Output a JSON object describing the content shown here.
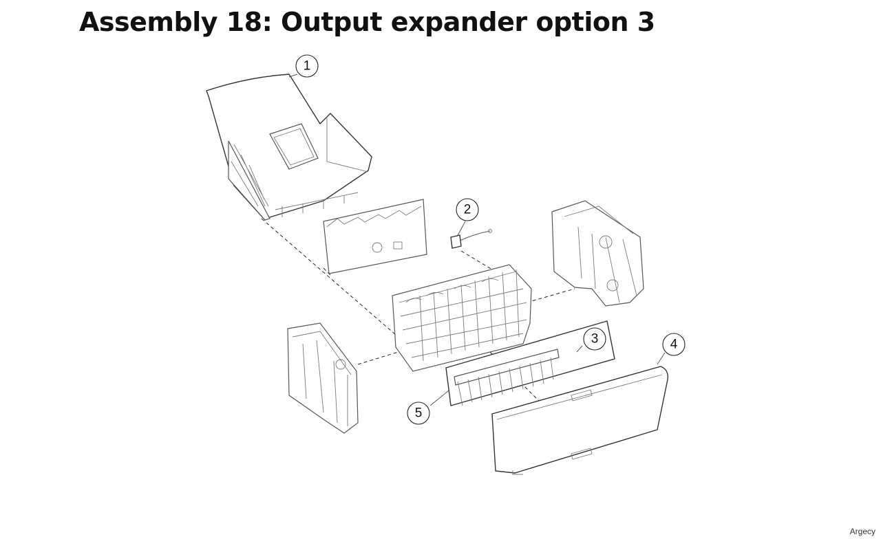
{
  "title": "Assembly 18: Output expander option 3",
  "watermark": "Argecy",
  "callouts": [
    {
      "id": "1",
      "label": "1"
    },
    {
      "id": "2",
      "label": "2"
    },
    {
      "id": "3",
      "label": "3"
    },
    {
      "id": "4",
      "label": "4"
    },
    {
      "id": "5",
      "label": "5"
    }
  ]
}
